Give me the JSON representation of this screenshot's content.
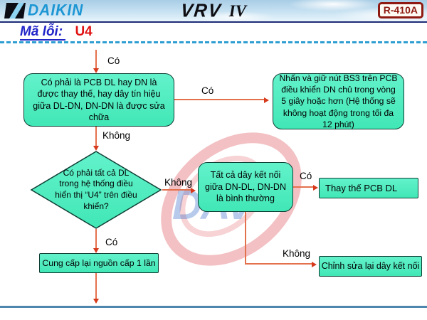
{
  "header": {
    "brand": "DAIKIN",
    "product": "VRV",
    "product_suffix": "IV",
    "refrigerant_badge": "R-410A"
  },
  "error_code": {
    "label": "Mã lỗi:",
    "code": "U4"
  },
  "watermark": {
    "text": "DAV"
  },
  "flow": {
    "box1": "Có phải là PCB DL hay DN là được thay thế, hay dây tín hiệu giữa DL-DN, DN-DN là được sửa chữa",
    "box2": "Nhấn và giữ nút BS3 trên PCB điều khiển DN chủ trong vòng 5 giây hoặc hơn (Hệ thống sẽ không hoạt động trong tối đa 12 phút)",
    "decision": "Có phải tất cả DL trong hệ thống điều hiển thị “U4” trên điều khiển?",
    "box3": "Tất cả dây kết nối giữa DN-DL, DN-DN là bình thường",
    "box4": "Thay thế PCB DL",
    "box5": "Chỉnh sửa lại dây kết nối",
    "box6": "Cung cấp lại nguồn cấp 1 lần"
  },
  "edges": [
    {
      "from": "entry",
      "to": "box1",
      "label": "Có"
    },
    {
      "from": "box1",
      "to": "box2",
      "label": "Có"
    },
    {
      "from": "box1",
      "to": "decision",
      "label": "Không"
    },
    {
      "from": "decision",
      "to": "box3",
      "label": "Không"
    },
    {
      "from": "box3",
      "to": "box4",
      "label": "Có"
    },
    {
      "from": "box3",
      "to": "box5",
      "label": "Không"
    },
    {
      "from": "decision",
      "to": "box6",
      "label": "Có"
    },
    {
      "from": "box6",
      "to": "exit",
      "label": ""
    }
  ],
  "colors": {
    "node_fill": "#4fedc0",
    "node_border": "#0e3f35",
    "arrow_line": "#e4714d",
    "arrow_head": "#d6391c",
    "dashed_divider": "#2e9ed2",
    "bottom_line": "#4e86ad",
    "brand_blue": "#1d96d4",
    "error_label_blue": "#2025c8",
    "error_code_red": "#e01313",
    "badge_red": "#8e1a12"
  }
}
